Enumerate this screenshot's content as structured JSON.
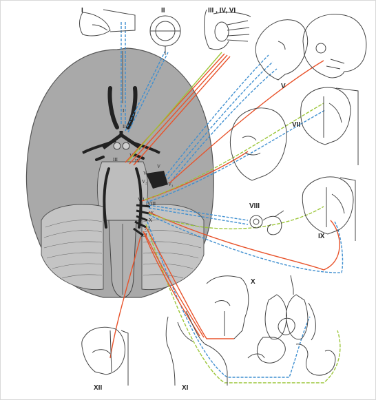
{
  "colors": {
    "brain_fill": "#a9a9a9",
    "brain_stroke": "#555555",
    "nerve_dark": "#222222",
    "motor": "#e8532b",
    "sensory": "#3f8fd0",
    "parasympathetic": "#9cc63a",
    "sketch": "#444444"
  },
  "nerve_labels": {
    "I": "I",
    "II": "II",
    "III_IV_VI": "III , IV, VI",
    "V": "V",
    "VII": "VII",
    "VIII": "VIII",
    "IX": "IX",
    "X": "X",
    "XI": "XI",
    "XII": "XII"
  },
  "brain_labels": {
    "i": "I",
    "ii": "II",
    "iii": "III",
    "iv": "IV",
    "vi": "VI",
    "v": "V",
    "v1": "V₁",
    "v2": "V₂",
    "v3": "V₃",
    "vii": "VII",
    "viii": "VIII",
    "ix": "IX",
    "x": "X",
    "xi": "XI",
    "xii": "XII"
  }
}
